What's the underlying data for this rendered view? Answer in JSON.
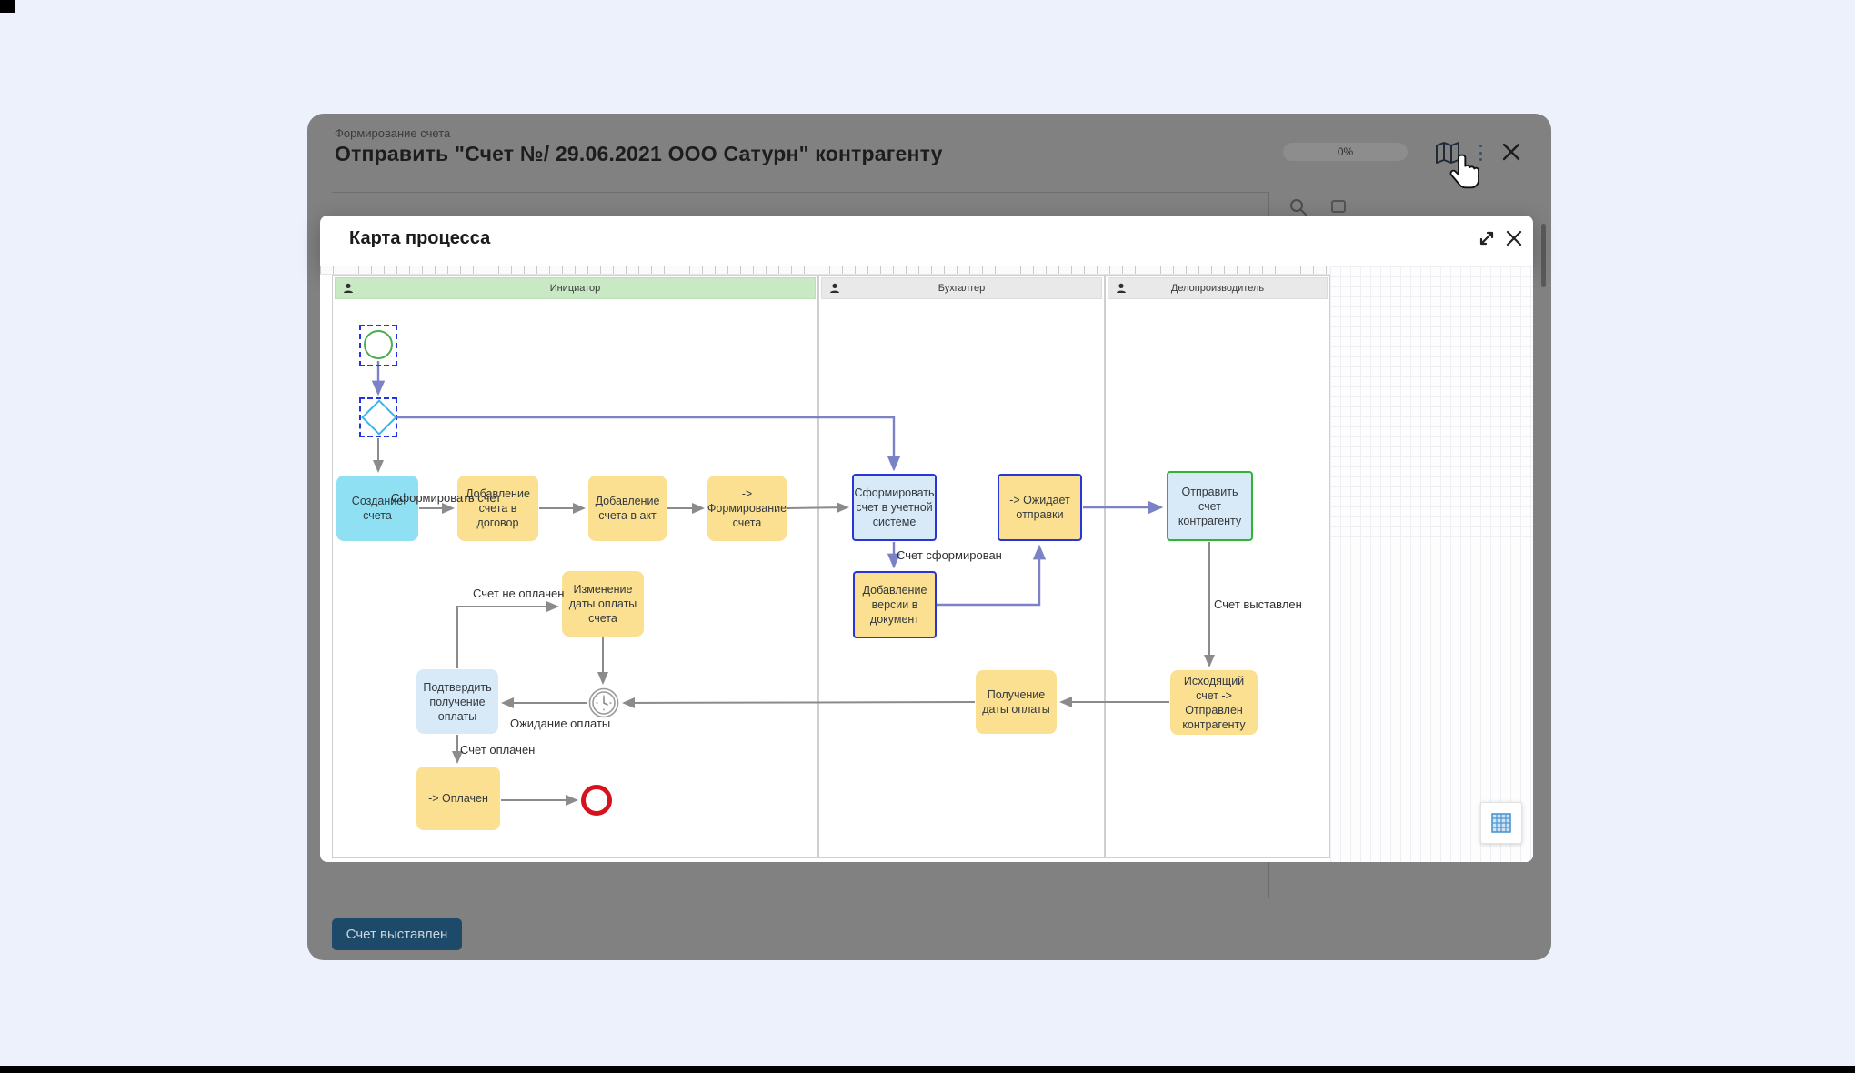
{
  "window": {
    "breadcrumb": "Формирование счета",
    "title": "Отправить \"Счет №/ 29.06.2021 ООО Сатурн\" контрагенту",
    "progress_label": "0%",
    "footer_button": "Счет выставлен"
  },
  "dialog": {
    "title": "Карта процесса",
    "lanes": [
      {
        "label": "Инициатор"
      },
      {
        "label": "Бухгалтер"
      },
      {
        "label": "Делопроизводитель"
      }
    ],
    "nodes": {
      "create_invoice": "Создание счета",
      "add_to_contract": "Добавление счета в договор",
      "add_to_act": "Добавление счета в акт",
      "form_invoice": "-> Формирование счета",
      "form_in_system": "Сформировать счет в учетной системе",
      "awaiting_send": "-> Ожидает отправки",
      "send_to_counterparty": "Отправить счет контрагенту",
      "add_version": "Добавление версии в документ",
      "change_pay_date": "Изменение даты оплаты счета",
      "confirm_payment": "Подтвердить получение оплаты",
      "get_pay_date": "Получение даты оплаты",
      "outgoing_sent": "Исходящий счет -> Отправлен контрагенту",
      "paid": "-> Оплачен"
    },
    "edge_labels": {
      "form_invoice": "Сформировать счет",
      "invoice_formed": "Счет сформирован",
      "invoice_issued": "Счет выставлен",
      "invoice_unpaid": "Счет не оплачен",
      "awaiting_payment": "Ожидание оплаты",
      "invoice_paid": "Счет оплачен"
    }
  },
  "icons": {
    "map": "map-icon",
    "kebab": "kebab-menu-icon",
    "window_close": "close-icon",
    "dialog_expand": "expand-icon",
    "dialog_close": "close-icon",
    "lane_person": "person-icon",
    "minimap": "grid-icon",
    "search_behind": "search-icon",
    "cursor": "hand-pointer-cursor"
  },
  "colors": {
    "page_bg": "#edf1fc",
    "dim_window": "#818181",
    "lane_green": "#c9e9c5",
    "lane_grey": "#e9e9e9",
    "task_yellow": "#fbe092",
    "task_cyan": "#90e0f3",
    "task_lightblue": "#d8eaf7",
    "selected_border_blue": "#2a35d6",
    "border_green": "#2fb52f",
    "start_green": "#4cae4f",
    "gateway_cyan": "#38b6e8",
    "connector_purple": "#7b82c6",
    "connector_grey": "#8b8b8b",
    "end_red": "#d6121f",
    "button_navy": "#1c4a68"
  }
}
